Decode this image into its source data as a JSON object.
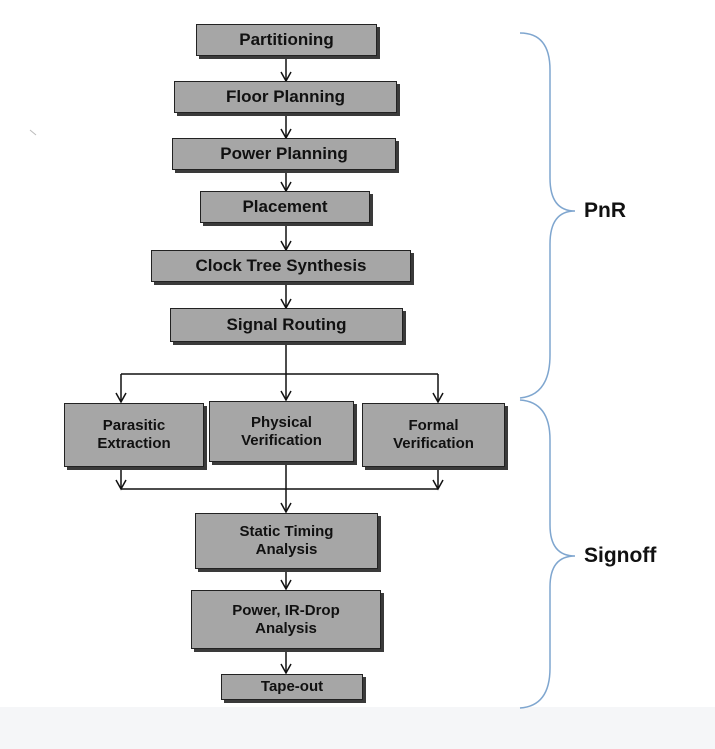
{
  "steps": {
    "partitioning": "Partitioning",
    "floor_planning": "Floor Planning",
    "power_planning": "Power Planning",
    "placement": "Placement",
    "cts": "Clock Tree Synthesis",
    "signal_routing": "Signal Routing",
    "parasitic_extraction": "Parasitic\nExtraction",
    "physical_verification": "Physical\nVerification",
    "formal_verification": "Formal\nVerification",
    "sta": "Static Timing\nAnalysis",
    "power_ir": "Power, IR-Drop\nAnalysis",
    "tapeout": "Tape-out"
  },
  "phases": {
    "pnr": "PnR",
    "signoff": "Signoff"
  },
  "colors": {
    "box_fill": "#a6a6a6",
    "box_shadow": "#3a3a3a",
    "brace": "#7fa6cf",
    "arrow": "#111111"
  }
}
